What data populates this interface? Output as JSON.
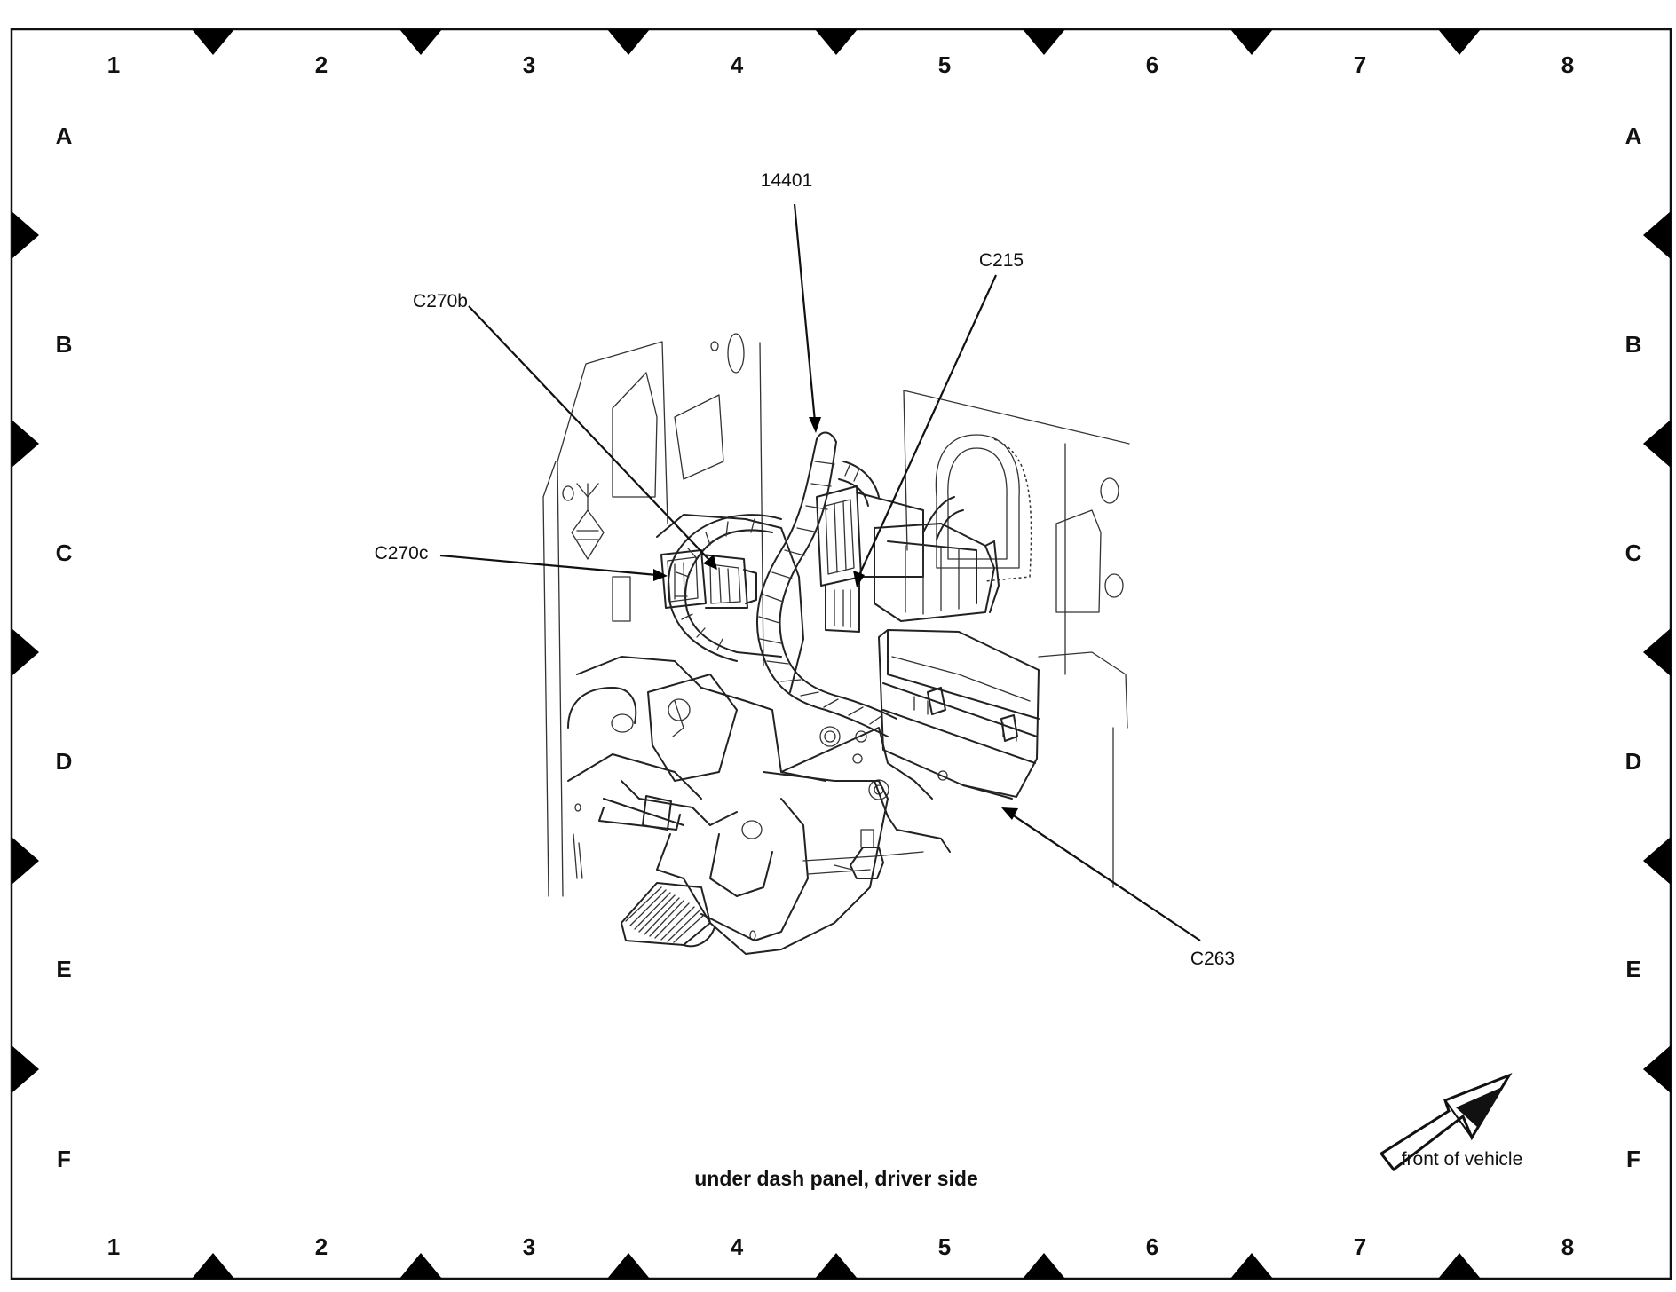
{
  "grid": {
    "columns": [
      "1",
      "2",
      "3",
      "4",
      "5",
      "6",
      "7",
      "8"
    ],
    "rows": [
      "A",
      "B",
      "C",
      "D",
      "E",
      "F"
    ]
  },
  "callouts": {
    "harness": "14401",
    "c215": "C215",
    "c270b": "C270b",
    "c270c": "C270c",
    "c263": "C263"
  },
  "caption": "under dash panel, driver side",
  "orientation": {
    "label": "front of vehicle",
    "icon": "front-direction-arrow-icon"
  }
}
